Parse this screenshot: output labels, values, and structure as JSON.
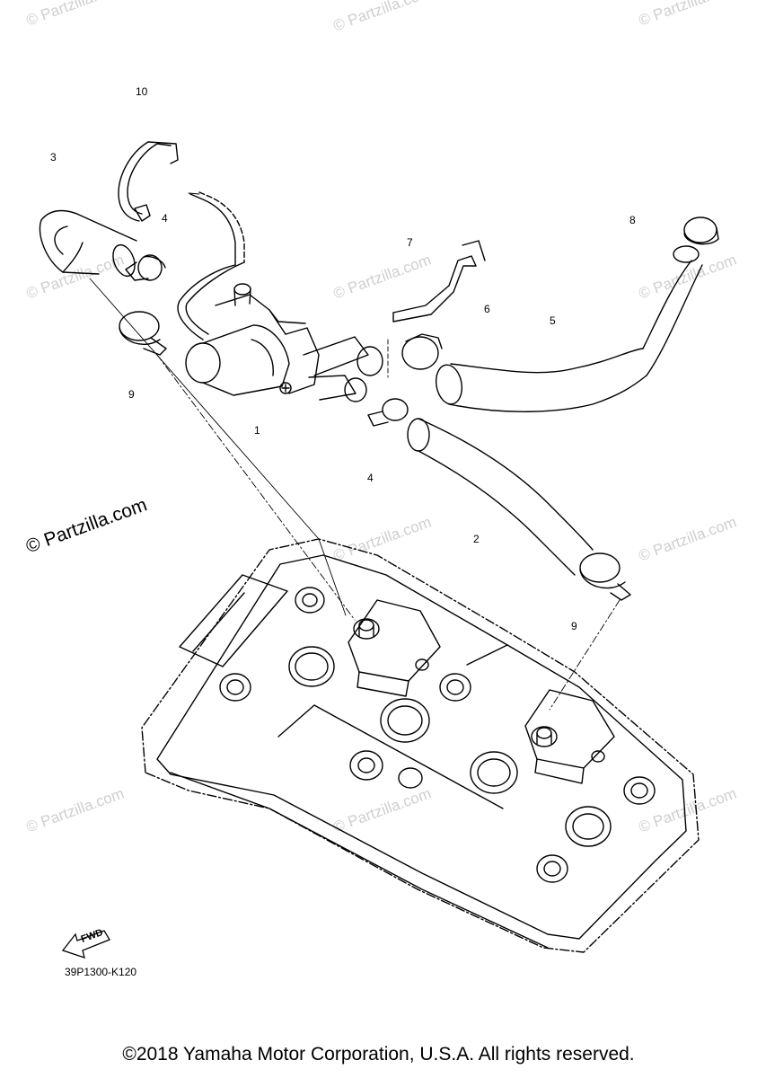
{
  "watermark": "© Partzilla.com",
  "watermark_main": "© Partzilla.com",
  "callouts": [
    "1",
    "2",
    "3",
    "4",
    "4",
    "5",
    "6",
    "7",
    "8",
    "9",
    "9",
    "10"
  ],
  "diagram_code": "39P1300-K120",
  "fwd_label": "FWD",
  "copyright": "©2018 Yamaha Motor Corporation, U.S.A. All rights reserved."
}
